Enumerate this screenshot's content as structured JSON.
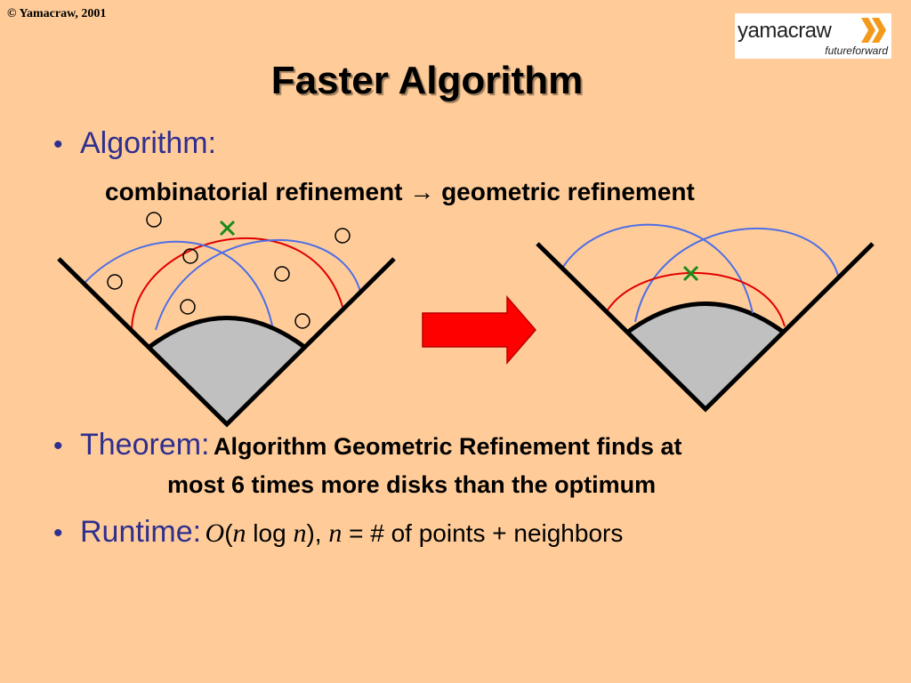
{
  "copyright": "© Yamacraw, 2001",
  "logo": {
    "word": "yamacraw",
    "tagline": "futureforward"
  },
  "title": "Faster Algorithm",
  "bullet1": {
    "lead": "Algorithm:",
    "subline": "combinatorial refinement → geometric refinement"
  },
  "bullet2": {
    "lead": "Theorem:",
    "body_line1": "Algorithm Geometric Refinement finds at",
    "body_line2": "most 6 times more disks than the optimum"
  },
  "bullet3": {
    "lead": "Runtime:",
    "big_o": "O",
    "open_paren": "(",
    "n1": "n",
    "log": "log",
    "n2": "n",
    "close_paren": ")",
    "comma": ",",
    "n3": "n",
    "definition": "= # of points + neighbors"
  },
  "colors": {
    "background": "#ffcc99",
    "bullet_text": "#2f2f8f",
    "red_arc": "#e00000",
    "blue_arc": "#4d6ee6",
    "obstacle_fill": "#c0c0c0",
    "cross": "#1a8a1a",
    "arrow_fill": "#ff0000",
    "logo_chevron": "#f39a1d"
  },
  "icons": {
    "bullet": "bullet-dot-icon",
    "arrow": "right-arrow-icon",
    "cross": "cross-mark-icon"
  }
}
